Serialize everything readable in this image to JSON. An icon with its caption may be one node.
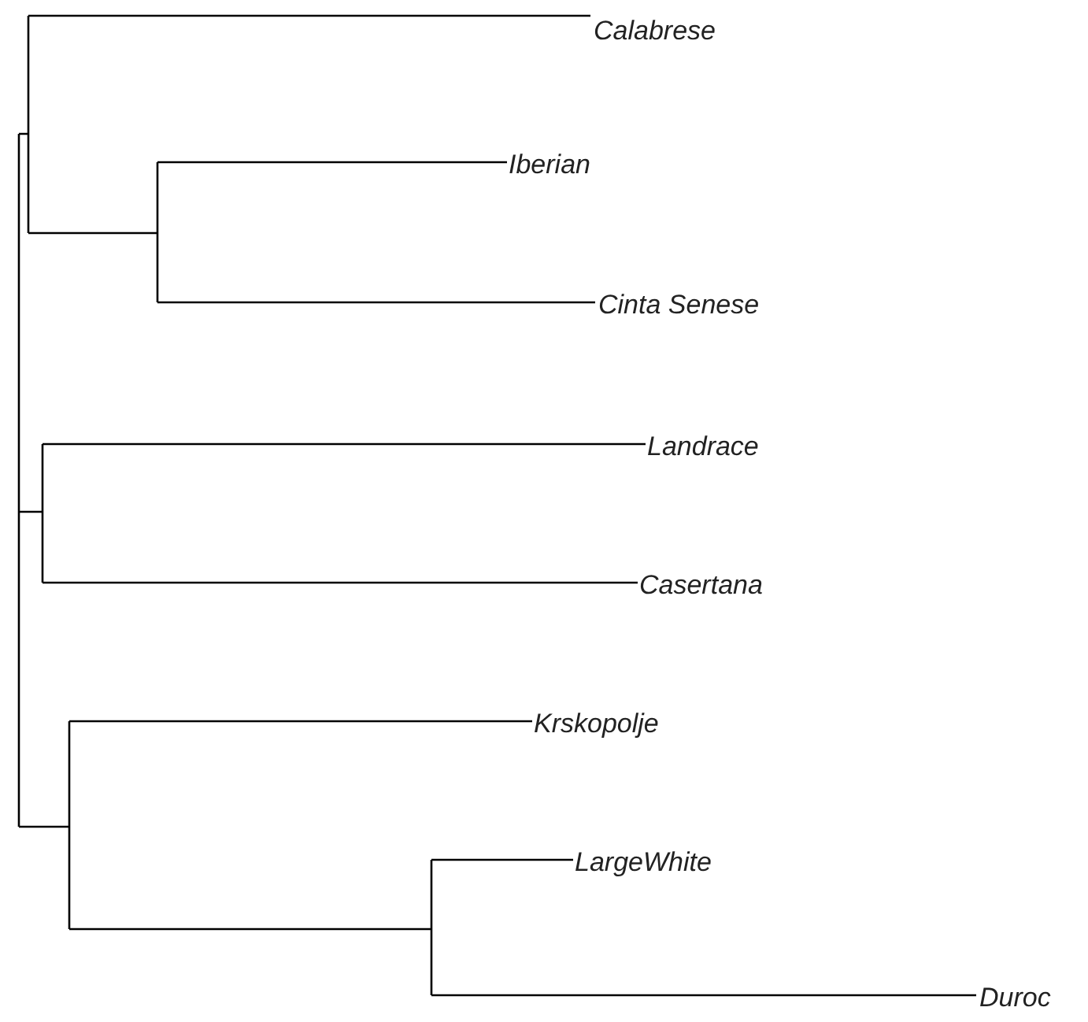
{
  "diagram": {
    "labels": [
      "Calabrese",
      "Iberian",
      "Cinta Senese",
      "Landrace",
      "Casertana",
      "Krskopolje",
      "LargeWhite",
      "Duroc"
    ]
  }
}
